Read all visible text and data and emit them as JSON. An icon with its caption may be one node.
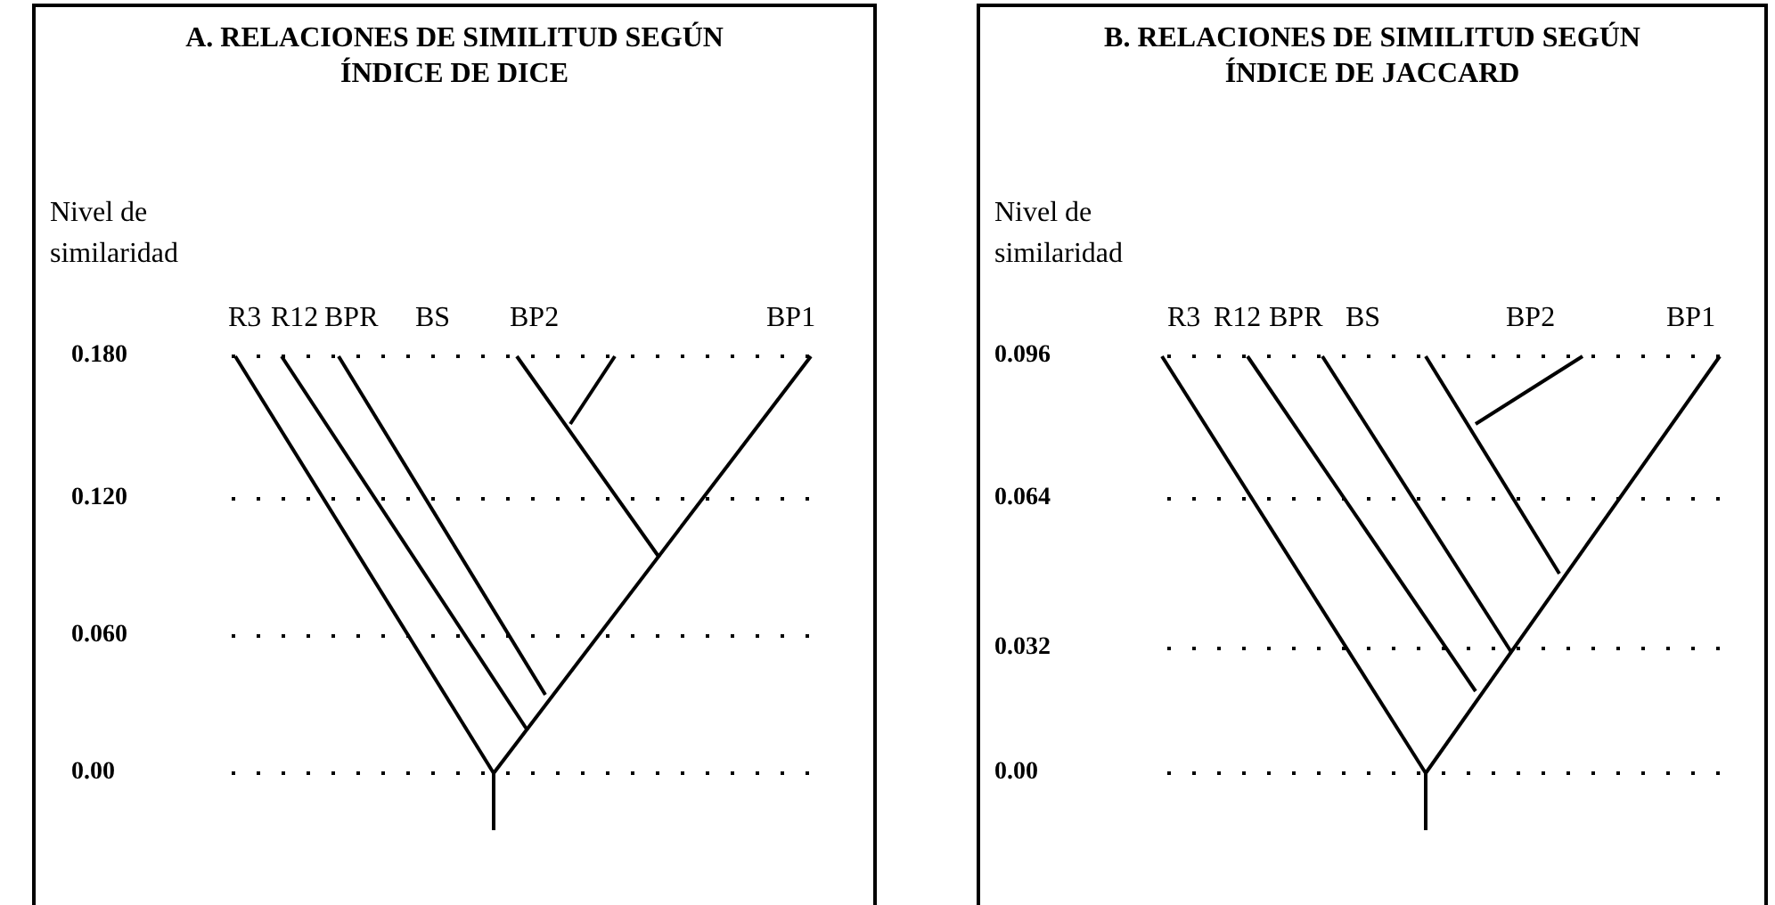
{
  "diagram": {
    "nodes": [
      {
        "text": [
          "A. RELACIONES DE SIMILITUD SEGÚN ÍNDICE DE DICE"
        ]
      },
      {
        "text": [
          "B. RELACIONES DE SIMILITUD SEGÚN ÍNDICE DE JACCARD"
        ]
      }
    ],
    "edges": [],
    "labels": [
      "Nivel de similaridad",
      "R3",
      "R12",
      "BPR",
      "BS",
      "BP2",
      "BP1",
      "0.180",
      "0.120",
      "0.060",
      "0.00",
      "Nivel de similaridad",
      "R3",
      "R12",
      "BPR",
      "BS",
      "BP2",
      "BP1",
      "0.096",
      "0.064",
      "0.032",
      "0.00"
    ]
  }
}
